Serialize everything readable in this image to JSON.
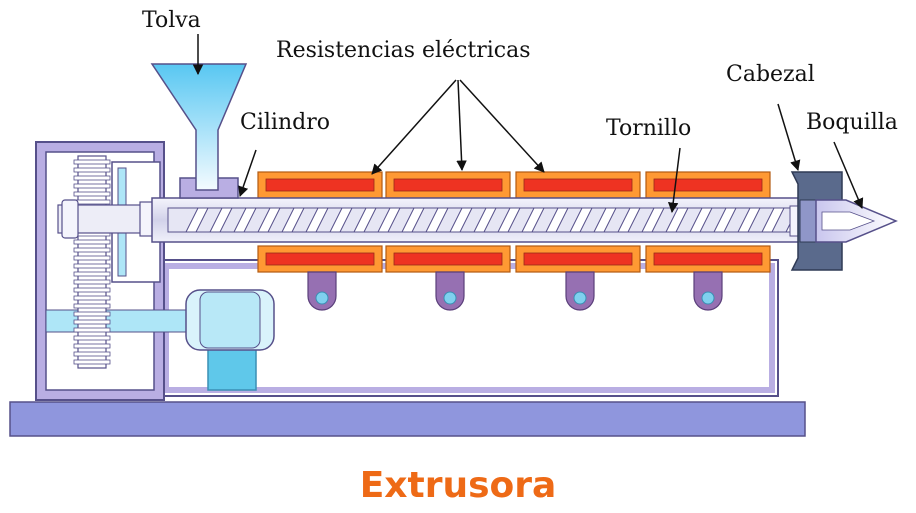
{
  "labels": {
    "tolva": "Tolva",
    "resistencias": "Resistencias eléctricas",
    "cilindro": "Cilindro",
    "tornillo": "Tornillo",
    "cabezal": "Cabezal",
    "boquilla": "Boquilla"
  },
  "caption": "Extrusora",
  "colors": {
    "caption": "#ee6a16",
    "frame": "#b9aee3",
    "frame_stroke": "#56508a",
    "base": "#8f96dd",
    "heater_outer": "#ff9933",
    "heater_inner": "#ee3322",
    "heater_stroke": "#b25a12",
    "bracket": "#9670b2",
    "bracket_hole": "#7fd0ee",
    "hopper": "#7fd6f5",
    "cylinder": "#dcdcf0",
    "screw_flight": "#ffffff",
    "head": "#5a6a8c",
    "cyan_parts": "#5fc8ea"
  }
}
